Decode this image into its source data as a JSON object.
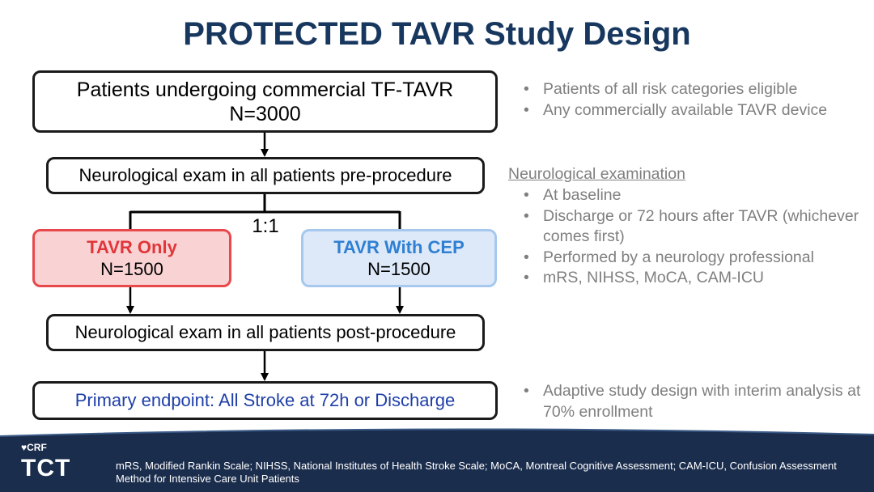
{
  "title": "PROTECTED TAVR Study Design",
  "flow": {
    "top_line1": "Patients undergoing commercial TF-TAVR",
    "top_line2": "N=3000",
    "pre": "Neurological exam in all patients pre-procedure",
    "ratio": "1:1",
    "arm_a_title": "TAVR Only",
    "arm_a_n": "N=1500",
    "arm_b_title": "TAVR With CEP",
    "arm_b_n": "N=1500",
    "post": "Neurological exam in all patients post-procedure",
    "endpoint": "Primary endpoint: All Stroke at 72h or Discharge"
  },
  "notes1": [
    "Patients of all risk categories eligible",
    "Any commercially available TAVR device"
  ],
  "notes2_heading": "Neurological examination",
  "notes2": [
    "At baseline",
    "Discharge or 72 hours after TAVR (whichever comes first)",
    "Performed by a neurology professional",
    "mRS, NIHSS, MoCA, CAM-ICU"
  ],
  "notes3": [
    "Adaptive study design with interim analysis at 70% enrollment"
  ],
  "footer": {
    "org": "CRF",
    "brand": "TCT",
    "footnote": "mRS, Modified Rankin Scale; NIHSS, National Institutes of Health Stroke Scale; MoCA, Montreal Cognitive Assessment; CAM-ICU, Confusion Assessment Method for Intensive Care Unit Patients"
  },
  "colors": {
    "title": "#17375e",
    "arm_a": "#e0363a",
    "arm_b": "#2f7fd3",
    "endpoint": "#1f3fa8",
    "footer_bg": "#1b2d4d"
  }
}
